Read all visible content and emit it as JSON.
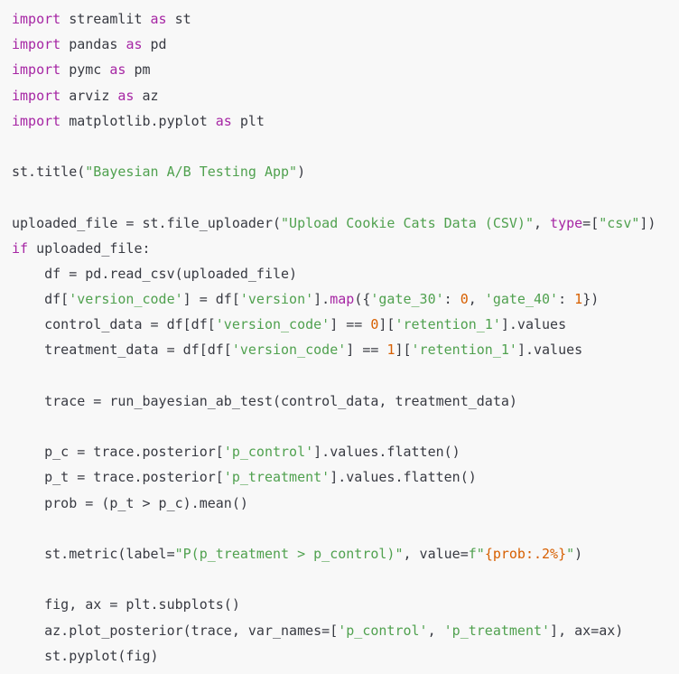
{
  "colors": {
    "background": "#f8f8f8",
    "plain": "#383a42",
    "keyword": "#a626a4",
    "string": "#50a14f",
    "number": "#d75f00"
  },
  "code": {
    "language": "python",
    "lines": [
      [
        {
          "t": "import",
          "c": "kw"
        },
        {
          "t": " streamlit ",
          "c": "pl"
        },
        {
          "t": "as",
          "c": "kw"
        },
        {
          "t": " st",
          "c": "pl"
        }
      ],
      [
        {
          "t": "import",
          "c": "kw"
        },
        {
          "t": " pandas ",
          "c": "pl"
        },
        {
          "t": "as",
          "c": "kw"
        },
        {
          "t": " pd",
          "c": "pl"
        }
      ],
      [
        {
          "t": "import",
          "c": "kw"
        },
        {
          "t": " pymc ",
          "c": "pl"
        },
        {
          "t": "as",
          "c": "kw"
        },
        {
          "t": " pm",
          "c": "pl"
        }
      ],
      [
        {
          "t": "import",
          "c": "kw"
        },
        {
          "t": " arviz ",
          "c": "pl"
        },
        {
          "t": "as",
          "c": "kw"
        },
        {
          "t": " az",
          "c": "pl"
        }
      ],
      [
        {
          "t": "import",
          "c": "kw"
        },
        {
          "t": " matplotlib.pyplot ",
          "c": "pl"
        },
        {
          "t": "as",
          "c": "kw"
        },
        {
          "t": " plt",
          "c": "pl"
        }
      ],
      [],
      [
        {
          "t": "st.title(",
          "c": "pl"
        },
        {
          "t": "\"Bayesian A/B Testing App\"",
          "c": "str"
        },
        {
          "t": ")",
          "c": "pl"
        }
      ],
      [],
      [
        {
          "t": "uploaded_file = st.file_uploader(",
          "c": "pl"
        },
        {
          "t": "\"Upload Cookie Cats Data (CSV)\"",
          "c": "str"
        },
        {
          "t": ", ",
          "c": "pl"
        },
        {
          "t": "type",
          "c": "kw"
        },
        {
          "t": "=[",
          "c": "pl"
        },
        {
          "t": "\"csv\"",
          "c": "str"
        },
        {
          "t": "])",
          "c": "pl"
        }
      ],
      [
        {
          "t": "if",
          "c": "kw"
        },
        {
          "t": " uploaded_file:",
          "c": "pl"
        }
      ],
      [
        {
          "t": "    df = pd.read_csv(uploaded_file)",
          "c": "pl"
        }
      ],
      [
        {
          "t": "    df[",
          "c": "pl"
        },
        {
          "t": "'version_code'",
          "c": "str"
        },
        {
          "t": "] = df[",
          "c": "pl"
        },
        {
          "t": "'version'",
          "c": "str"
        },
        {
          "t": "].",
          "c": "pl"
        },
        {
          "t": "map",
          "c": "kw"
        },
        {
          "t": "({",
          "c": "pl"
        },
        {
          "t": "'gate_30'",
          "c": "str"
        },
        {
          "t": ": ",
          "c": "pl"
        },
        {
          "t": "0",
          "c": "num"
        },
        {
          "t": ", ",
          "c": "pl"
        },
        {
          "t": "'gate_40'",
          "c": "str"
        },
        {
          "t": ": ",
          "c": "pl"
        },
        {
          "t": "1",
          "c": "num"
        },
        {
          "t": "})",
          "c": "pl"
        }
      ],
      [
        {
          "t": "    control_data = df[df[",
          "c": "pl"
        },
        {
          "t": "'version_code'",
          "c": "str"
        },
        {
          "t": "] == ",
          "c": "pl"
        },
        {
          "t": "0",
          "c": "num"
        },
        {
          "t": "][",
          "c": "pl"
        },
        {
          "t": "'retention_1'",
          "c": "str"
        },
        {
          "t": "].values",
          "c": "pl"
        }
      ],
      [
        {
          "t": "    treatment_data = df[df[",
          "c": "pl"
        },
        {
          "t": "'version_code'",
          "c": "str"
        },
        {
          "t": "] == ",
          "c": "pl"
        },
        {
          "t": "1",
          "c": "num"
        },
        {
          "t": "][",
          "c": "pl"
        },
        {
          "t": "'retention_1'",
          "c": "str"
        },
        {
          "t": "].values",
          "c": "pl"
        }
      ],
      [],
      [
        {
          "t": "    trace = run_bayesian_ab_test(control_data, treatment_data)",
          "c": "pl"
        }
      ],
      [],
      [
        {
          "t": "    p_c = trace.posterior[",
          "c": "pl"
        },
        {
          "t": "'p_control'",
          "c": "str"
        },
        {
          "t": "].values.flatten()",
          "c": "pl"
        }
      ],
      [
        {
          "t": "    p_t = trace.posterior[",
          "c": "pl"
        },
        {
          "t": "'p_treatment'",
          "c": "str"
        },
        {
          "t": "].values.flatten()",
          "c": "pl"
        }
      ],
      [
        {
          "t": "    prob = (p_t > p_c).mean()",
          "c": "pl"
        }
      ],
      [],
      [
        {
          "t": "    st.metric(label=",
          "c": "pl"
        },
        {
          "t": "\"P(p_treatment > p_control)\"",
          "c": "str"
        },
        {
          "t": ", value=",
          "c": "pl"
        },
        {
          "t": "f\"",
          "c": "str"
        },
        {
          "t": "{prob:.2%}",
          "c": "num"
        },
        {
          "t": "\"",
          "c": "str"
        },
        {
          "t": ")",
          "c": "pl"
        }
      ],
      [],
      [
        {
          "t": "    fig, ax = plt.subplots()",
          "c": "pl"
        }
      ],
      [
        {
          "t": "    az.plot_posterior(trace, var_names=[",
          "c": "pl"
        },
        {
          "t": "'p_control'",
          "c": "str"
        },
        {
          "t": ", ",
          "c": "pl"
        },
        {
          "t": "'p_treatment'",
          "c": "str"
        },
        {
          "t": "], ax=ax)",
          "c": "pl"
        }
      ],
      [
        {
          "t": "    st.pyplot(fig)",
          "c": "pl"
        }
      ]
    ]
  }
}
